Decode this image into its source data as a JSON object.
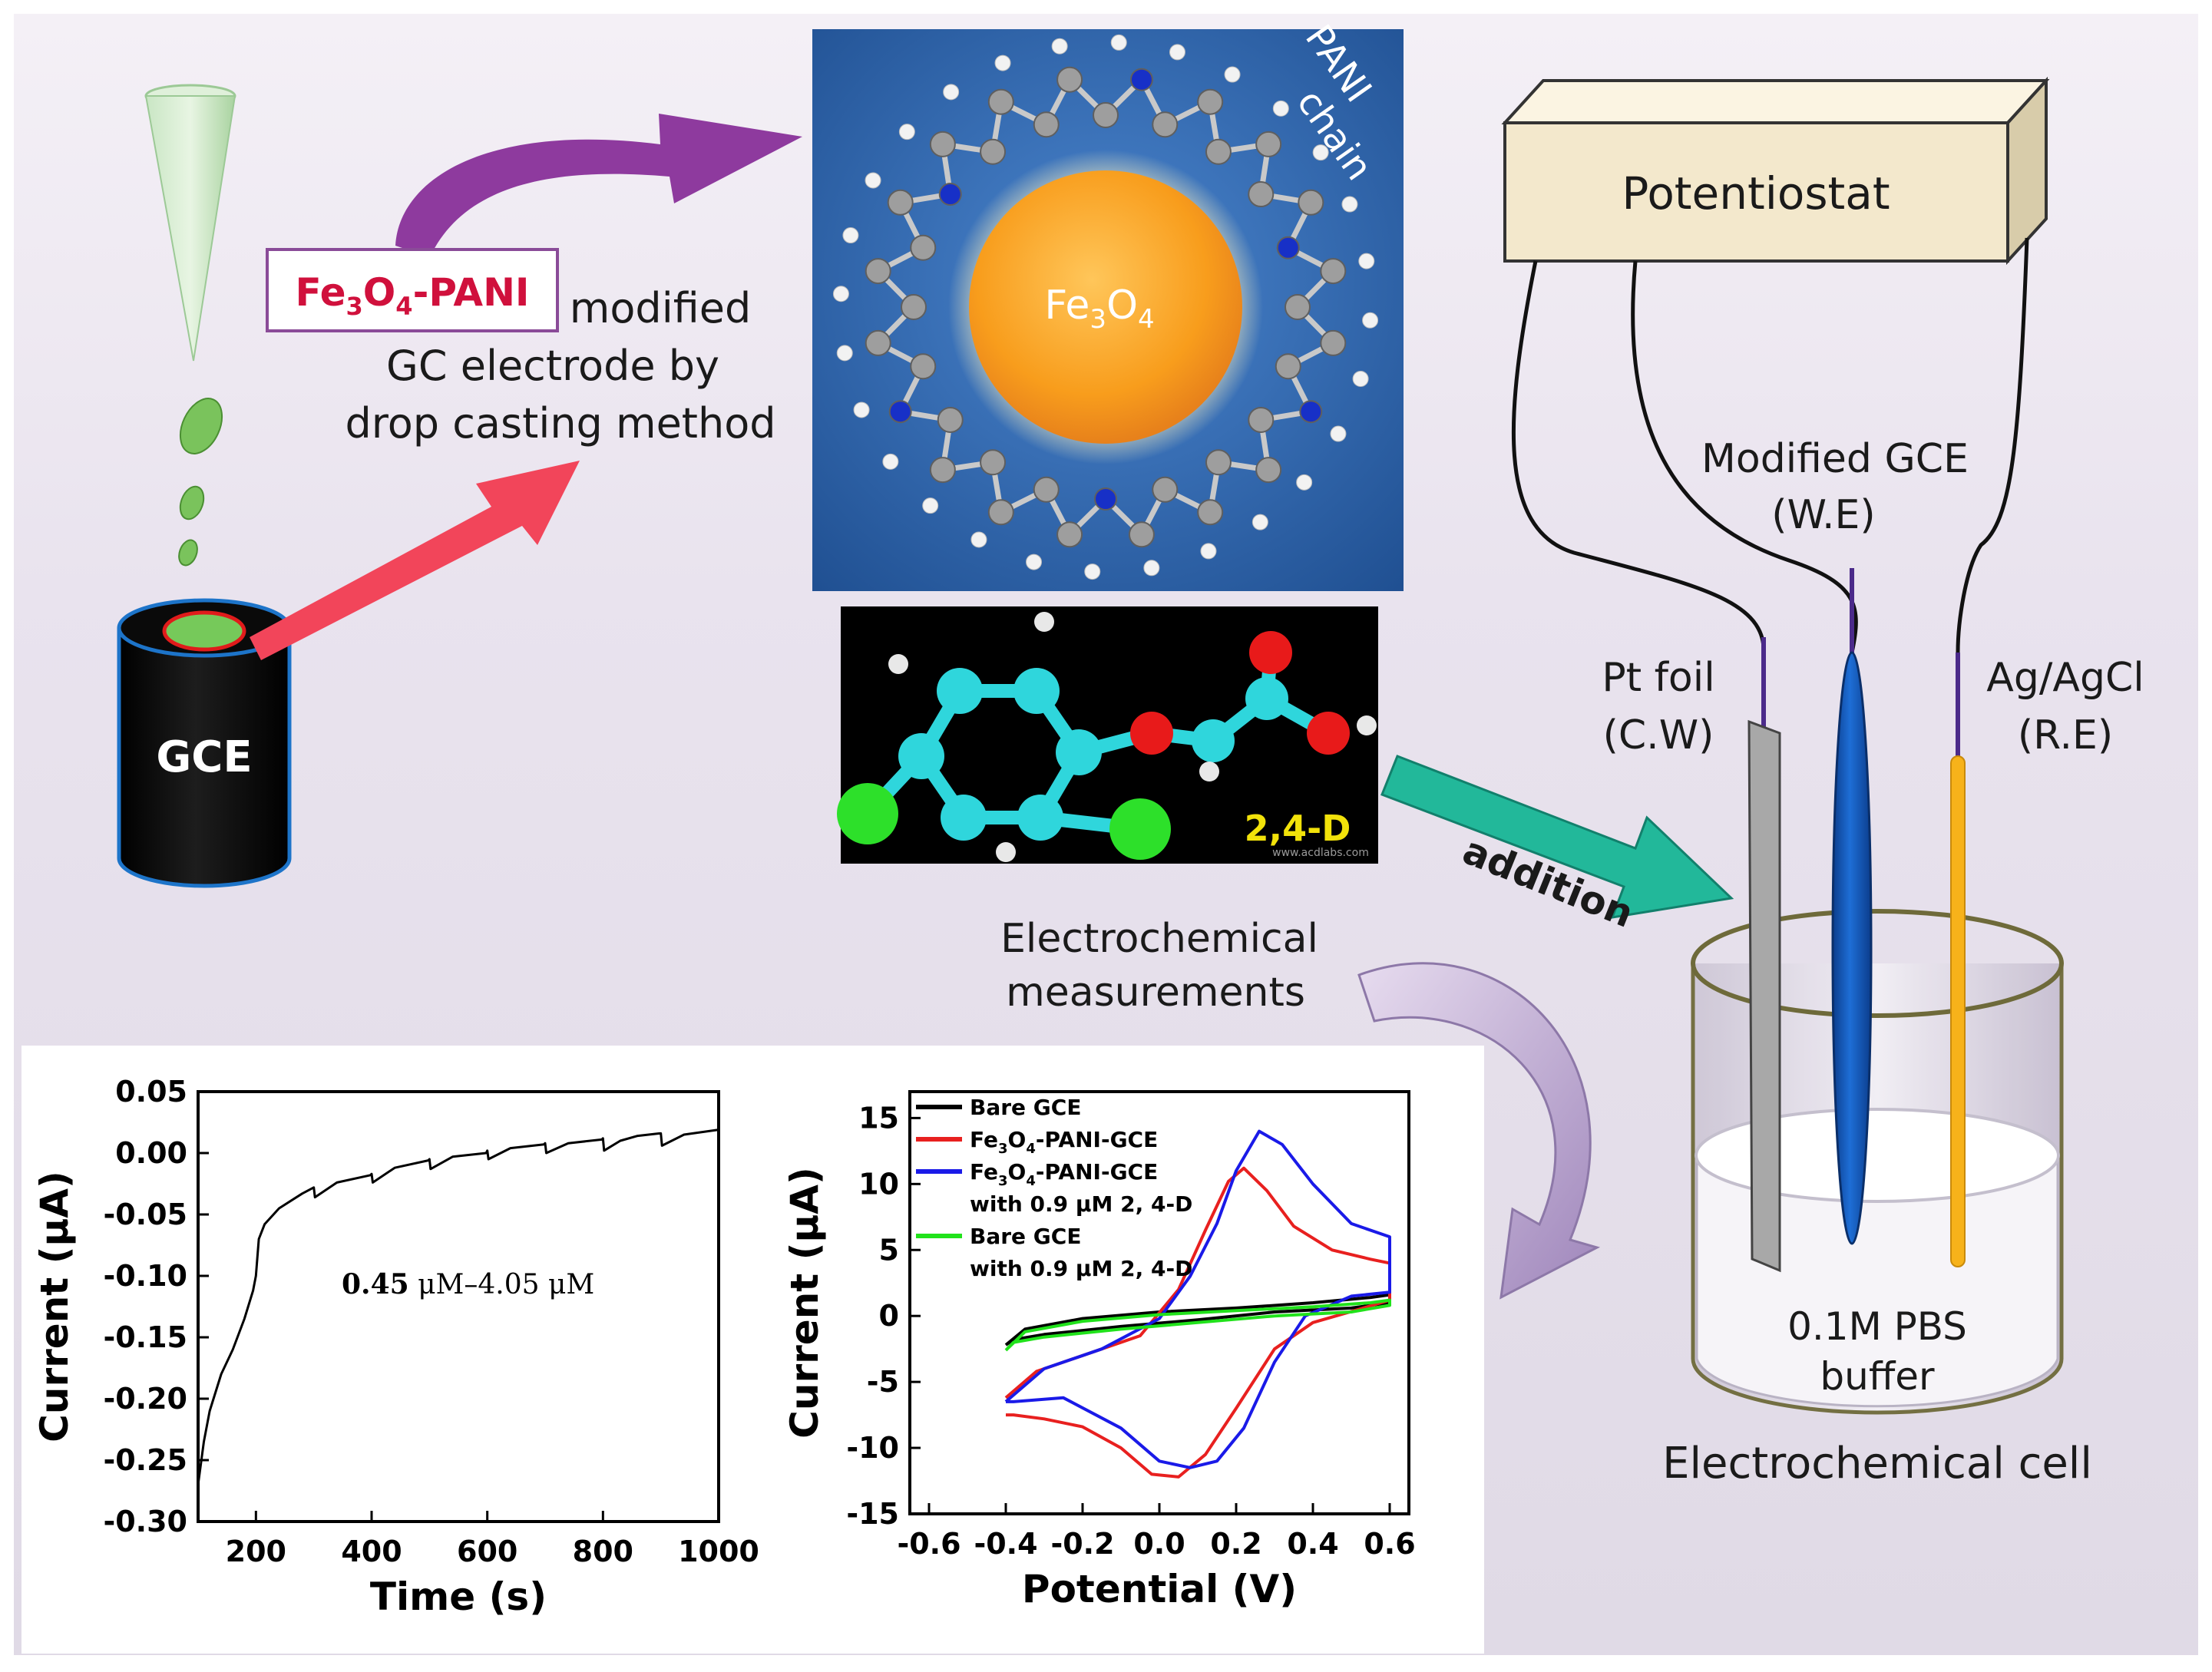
{
  "labels": {
    "gce": "GCE",
    "fe3o4_pani_box": [
      "Fe",
      "3",
      "O",
      "4",
      "-PANI"
    ],
    "modified_line1": "modified",
    "modified_line2": "GC electrode by",
    "modified_line3": "drop casting method",
    "fe3o4_core": [
      "Fe",
      "3",
      "O",
      "4"
    ],
    "pani_chain_line1": "PANI",
    "pani_chain_line2": "chain",
    "molecule_label": "2,4-D",
    "molecule_credit": "www.acdlabs.com",
    "potentiostat": "Potentiostat",
    "modified_gce": "Modified GCE",
    "we": "(W.E)",
    "pt_foil": "Pt foil",
    "cw": "(C.W)",
    "ag_agcl": "Ag/AgCl",
    "re": "(R.E)",
    "addition": "addition",
    "electrochemical_line1": "Electrochemical",
    "electrochemical_line2": "measurements",
    "buffer_line1": "0.1M PBS",
    "buffer_line2": "buffer",
    "cell_caption": "Electrochemical cell"
  },
  "colors": {
    "background": "#e6e0ea",
    "purple_arrow": "#8e3a9e",
    "red_arrow": "#f2455a",
    "teal_arrow": "#22b89a",
    "lilac_arrow": "#b7a2cc",
    "potentiostat_face": "#f3e8cc",
    "pani_bg": "#2e6ab3",
    "fe3o4_orange": "#f89d1c",
    "box_text_red": "#d0103c",
    "molecule_label": "#f2e20a"
  },
  "chart_data": [
    {
      "type": "line",
      "xlabel": "Time (s)",
      "ylabel": "Current (μA)",
      "xlim": [
        100,
        1000
      ],
      "ylim": [
        -0.3,
        0.05
      ],
      "xticks": [
        200,
        400,
        600,
        800,
        1000
      ],
      "yticks": [
        0.05,
        0.0,
        -0.05,
        -0.1,
        -0.15,
        -0.2,
        -0.25,
        -0.3
      ],
      "ytick_labels": [
        "0.05",
        "0.00",
        "-0.05",
        "-0.10",
        "-0.15",
        "-0.20",
        "-0.25",
        "-0.30"
      ],
      "annotation_bold": "0.45",
      "annotation_rest": " μM–4.05 μM",
      "series": [
        {
          "color": "#000000",
          "x": [
            100,
            110,
            120,
            140,
            160,
            180,
            195,
            200,
            205,
            215,
            240,
            280,
            300,
            302,
            340,
            398,
            400,
            402,
            440,
            498,
            500,
            502,
            540,
            598,
            600,
            602,
            640,
            698,
            700,
            702,
            740,
            798,
            800,
            802,
            830,
            860,
            898,
            900,
            902,
            940,
            1000
          ],
          "y": [
            -0.27,
            -0.235,
            -0.21,
            -0.18,
            -0.16,
            -0.135,
            -0.112,
            -0.1,
            -0.07,
            -0.058,
            -0.045,
            -0.033,
            -0.028,
            -0.036,
            -0.024,
            -0.018,
            -0.017,
            -0.024,
            -0.012,
            -0.006,
            -0.005,
            -0.013,
            -0.003,
            0.0,
            0.002,
            -0.005,
            0.004,
            0.007,
            0.008,
            0.0,
            0.008,
            0.011,
            0.012,
            0.002,
            0.01,
            0.014,
            0.016,
            0.016,
            0.006,
            0.015,
            0.019
          ]
        }
      ]
    },
    {
      "type": "line",
      "xlabel": "Potential (V)",
      "ylabel": "Current (μA)",
      "xlim": [
        -0.65,
        0.65
      ],
      "ylim": [
        -15,
        17
      ],
      "xticks": [
        -0.6,
        -0.4,
        -0.2,
        0.0,
        0.2,
        0.4,
        0.6
      ],
      "xtick_labels": [
        "-0.6",
        "-0.4",
        "-0.2",
        "0.0",
        "0.2",
        "0.4",
        "0.6"
      ],
      "yticks": [
        15,
        10,
        5,
        0,
        -5,
        -10,
        -15
      ],
      "ytick_labels": [
        "15",
        "10",
        "5",
        "0",
        "-5",
        "-10",
        "-15"
      ],
      "series": [
        {
          "name": "Bare GCE",
          "color": "#000000",
          "x": [
            -0.4,
            -0.35,
            -0.2,
            0.0,
            0.2,
            0.4,
            0.55,
            0.6,
            0.6,
            0.5,
            0.3,
            0.1,
            -0.1,
            -0.3,
            -0.38,
            -0.4
          ],
          "y": [
            -2.2,
            -1.0,
            -0.2,
            0.3,
            0.6,
            1.0,
            1.4,
            1.6,
            1.0,
            0.6,
            0.3,
            -0.3,
            -0.8,
            -1.4,
            -1.8,
            -2.2
          ]
        },
        {
          "name": "Fe3O4-PANI-GCE",
          "color": "#e8201f",
          "x": [
            -0.4,
            -0.32,
            -0.2,
            -0.05,
            0.05,
            0.12,
            0.18,
            0.22,
            0.28,
            0.35,
            0.45,
            0.55,
            0.6,
            0.6,
            0.52,
            0.4,
            0.3,
            0.2,
            0.12,
            0.05,
            -0.02,
            -0.1,
            -0.2,
            -0.3,
            -0.38,
            -0.4
          ],
          "y": [
            -6.2,
            -4.2,
            -3.0,
            -1.5,
            2.0,
            6.5,
            10.2,
            11.2,
            9.5,
            6.8,
            5.0,
            4.3,
            4.0,
            1.2,
            0.5,
            -0.5,
            -2.5,
            -7.0,
            -10.5,
            -12.2,
            -12.0,
            -10.0,
            -8.4,
            -7.8,
            -7.5,
            -7.5
          ]
        },
        {
          "name": "Fe3O4-PANI-GCE with 0.9 μM 2, 4-D",
          "color": "#1a1ae8",
          "x": [
            -0.4,
            -0.3,
            -0.15,
            0.0,
            0.08,
            0.15,
            0.2,
            0.26,
            0.32,
            0.4,
            0.5,
            0.6,
            0.6,
            0.5,
            0.38,
            0.3,
            0.22,
            0.15,
            0.08,
            0.0,
            -0.1,
            -0.25,
            -0.38,
            -0.4
          ],
          "y": [
            -6.5,
            -4.0,
            -2.5,
            -0.2,
            3.0,
            7.0,
            11.0,
            14.0,
            13.0,
            10.0,
            7.0,
            6.0,
            1.8,
            1.5,
            0.0,
            -3.5,
            -8.5,
            -11.0,
            -11.5,
            -11.0,
            -8.5,
            -6.2,
            -6.5,
            -6.5
          ]
        },
        {
          "name": "Bare GCE with 0.9 μM 2, 4-D",
          "color": "#21e21b",
          "x": [
            -0.4,
            -0.35,
            -0.2,
            0.0,
            0.2,
            0.4,
            0.55,
            0.6,
            0.6,
            0.5,
            0.3,
            0.1,
            -0.1,
            -0.3,
            -0.38,
            -0.4
          ],
          "y": [
            -2.6,
            -1.2,
            -0.4,
            0.1,
            0.4,
            0.7,
            1.0,
            1.2,
            0.8,
            0.3,
            0.0,
            -0.5,
            -1.0,
            -1.6,
            -2.0,
            -2.6
          ]
        }
      ],
      "legend": [
        {
          "text": "Bare GCE",
          "color": "#000000"
        },
        {
          "text_parts": [
            "Fe",
            "3",
            "O",
            "4",
            "-PANI-GCE"
          ],
          "color": "#e8201f"
        },
        {
          "text_parts": [
            "Fe",
            "3",
            "O",
            "4",
            "-PANI-GCE"
          ],
          "line2": "with 0.9 μM 2, 4-D",
          "color": "#1a1ae8"
        },
        {
          "text": "Bare GCE",
          "line2": "with 0.9 μM 2, 4-D",
          "color": "#21e21b"
        }
      ],
      "legend_position": "top-left"
    }
  ]
}
